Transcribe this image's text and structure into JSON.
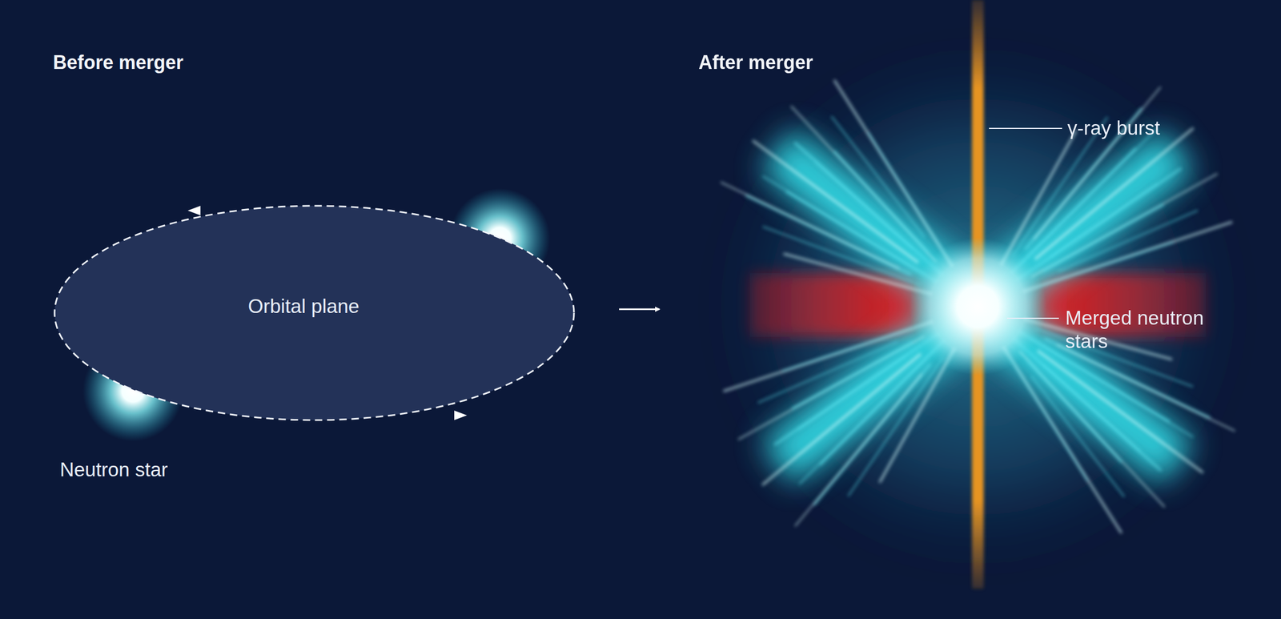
{
  "diagram": {
    "nodes": [
      {
        "text": [
          "Orbital plane"
        ]
      }
    ],
    "labels": [
      "Before merger",
      "After merger",
      "Neutron star",
      "γ-ray burst",
      "Merged neutron stars"
    ]
  }
}
